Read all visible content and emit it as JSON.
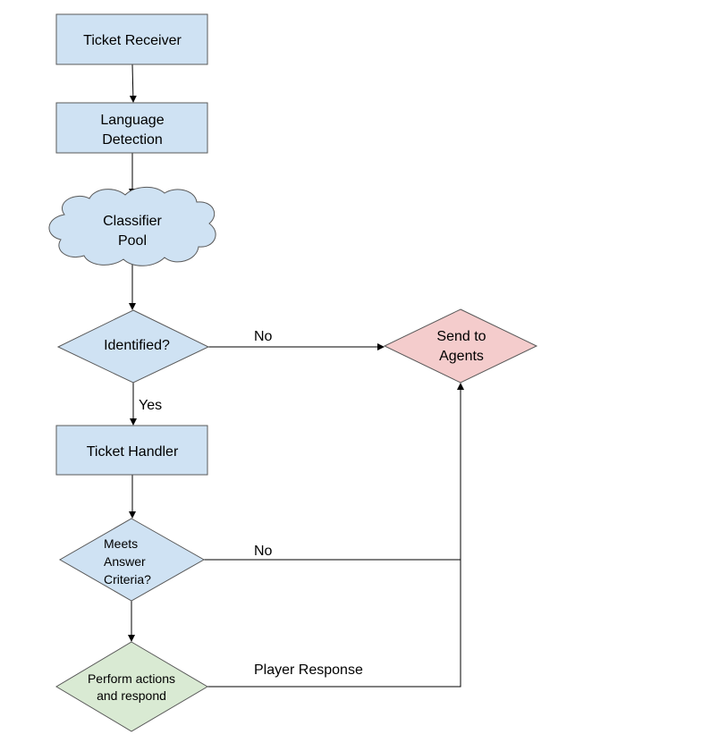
{
  "colors": {
    "process": "#cfe2f3",
    "agents": "#f4cccc",
    "action": "#d9ead3"
  },
  "nodes": {
    "ticket_receiver": "Ticket Receiver",
    "language_detection": [
      "Language",
      "Detection"
    ],
    "classifier_pool": [
      "Classifier",
      "Pool"
    ],
    "identified": "Identified?",
    "send_to_agents": [
      "Send to",
      "Agents"
    ],
    "ticket_handler": "Ticket Handler",
    "meets_criteria": [
      "Meets",
      "Answer",
      "Criteria?"
    ],
    "perform_actions": [
      "Perform actions",
      "and respond"
    ]
  },
  "edges": {
    "identified_no": "No",
    "identified_yes": "Yes",
    "criteria_no": "No",
    "player_response": "Player Response"
  }
}
